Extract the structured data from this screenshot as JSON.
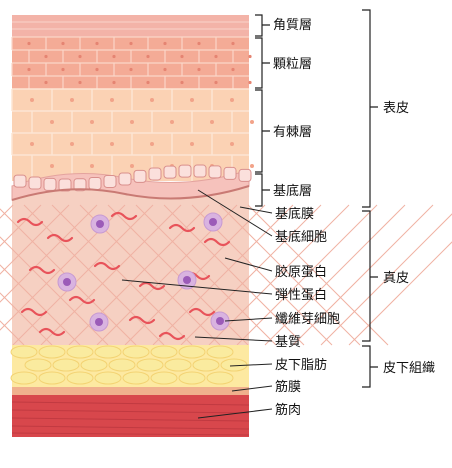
{
  "labels": {
    "stratum_corneum": "角質層",
    "stratum_granulosum": "顆粒層",
    "stratum_spinosum": "有棘層",
    "stratum_basale": "基底層",
    "basement_membrane": "基底膜",
    "basal_cell": "基底細胞",
    "collagen": "胶原蛋白",
    "elastin": "弾性蛋白",
    "fibroblast": "纖維芽細胞",
    "ground_substance": "基質",
    "subcutaneous_fat": "皮下脂肪",
    "fascia": "筋膜",
    "muscle": "筋肉"
  },
  "groups": {
    "epidermis": "表皮",
    "dermis": "真皮",
    "subcutaneous_tissue": "皮下組織"
  },
  "colors": {
    "corneum": "#f3b3a8",
    "granulosum": "#f4ab96",
    "spinosum": "#fbd2b4",
    "basale": "#f6c2bc",
    "dermis": "#f6d0c2",
    "fat": "#fde9a1",
    "fat_cell": "#faeb9f",
    "fascia": "#f0b08d",
    "muscle": "#d8474c",
    "elastin_fiber": "#e8535a",
    "fibroblast": "#b07bc7",
    "line": "#222222"
  }
}
